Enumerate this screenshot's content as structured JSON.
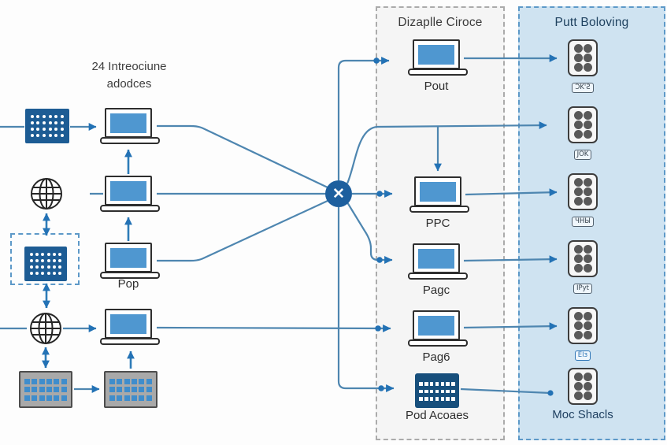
{
  "title": {
    "line1": "24 Intreociune",
    "line2": "adodces"
  },
  "left": {
    "pop_label": "Pop"
  },
  "hub": {
    "symbol": "✕"
  },
  "middle_panel": {
    "header": "Dizaplle Ciroce",
    "nodes": [
      {
        "label": "Pout"
      },
      {
        "label": "PPC"
      },
      {
        "label": "Pagc"
      },
      {
        "label": "Pag6"
      },
      {
        "label": "Pod Acoaes"
      }
    ]
  },
  "right_panel": {
    "header": "Putt Boloving",
    "badges": [
      "ƆΚ'Ƨ",
      "JOΚ",
      "ЧΗЫ",
      "IPyt",
      "ЕΙз"
    ],
    "footer_label": "Moc Shacls"
  },
  "colors": {
    "line": "#4e86b0",
    "arrow": "#2372b5",
    "hub": "#1d5f9e",
    "laptop_screen": "#4f97d0",
    "grid_block": "#1d5c94",
    "pod_block": "#174f7c",
    "panel_blue_bg": "#cfe3f1",
    "panel_gray_bg": "#f5f5f5"
  }
}
